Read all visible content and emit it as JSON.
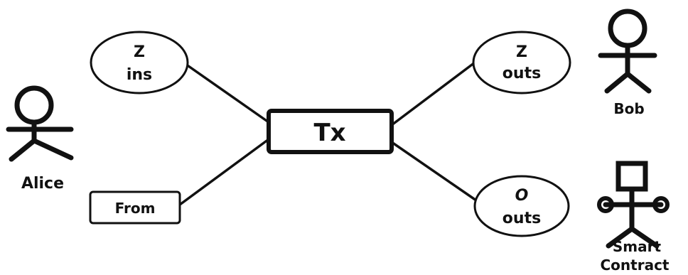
{
  "diagram": {
    "center": {
      "label": "Tx"
    },
    "inputs": {
      "z_ins": {
        "line1": "Z",
        "line2": "ins"
      },
      "from": {
        "label": "From"
      }
    },
    "outputs": {
      "z_outs": {
        "line1": "Z",
        "line2": "outs"
      },
      "o_outs": {
        "line1": "O",
        "line2": "outs"
      }
    },
    "actors": {
      "alice": {
        "label": "Alice"
      },
      "bob": {
        "label": "Bob"
      },
      "smart_contract": {
        "line1": "Smart",
        "line2": "Contract"
      }
    }
  },
  "colors": {
    "stroke": "#111111",
    "fill": "#ffffff"
  },
  "icons": [
    "alice-stick-figure-icon",
    "bob-stick-figure-icon",
    "smart-contract-figure-icon"
  ]
}
